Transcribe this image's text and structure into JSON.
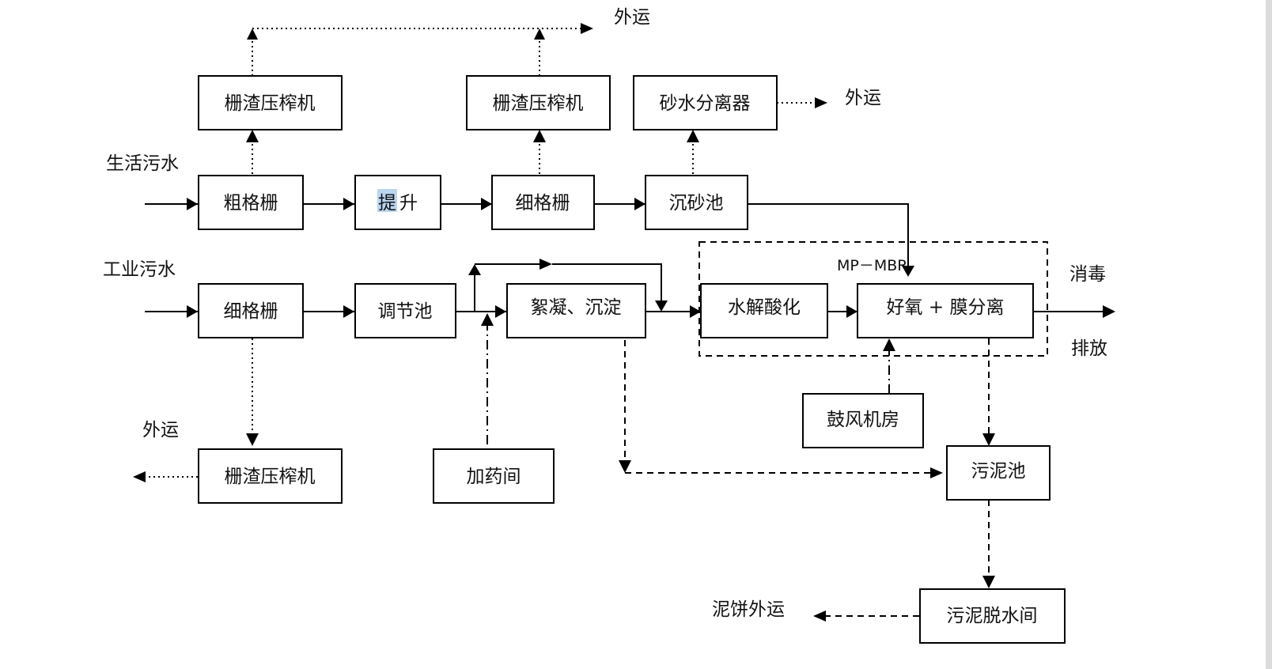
{
  "nodes": {
    "coarse_screen": "粗格栅",
    "lift_char1": "提",
    "lift_char2": "升",
    "fine_screen_top": "细格栅",
    "grit_chamber": "沉砂池",
    "press_top1": "栅渣压榨机",
    "press_top2": "栅渣压榨机",
    "sand_separator": "砂水分离器",
    "fine_screen_bottom": "细格栅",
    "equalization_tank": "调节池",
    "coagulation": "絮凝、沉淀",
    "hydrolysis": "水解酸化",
    "aerobic_membrane": "好氧 + 膜分离",
    "blower_room": "鼓风机房",
    "dosing_room": "加药间",
    "press_bottom": "栅渣压榨机",
    "sludge_tank": "污泥池",
    "dewatering_room": "污泥脱水间"
  },
  "labels": {
    "domestic_sewage": "生活污水",
    "industrial_sewage": "工业污水",
    "haul_top": "外运",
    "haul_sand": "外运",
    "haul_left": "外运",
    "mbr_group": "MP－MBR",
    "disinfect": "消毒",
    "discharge": "排放",
    "cake_haul": "泥饼外运"
  },
  "colors": {
    "line": "#000000",
    "selection_highlight": "#b9d7f2"
  }
}
